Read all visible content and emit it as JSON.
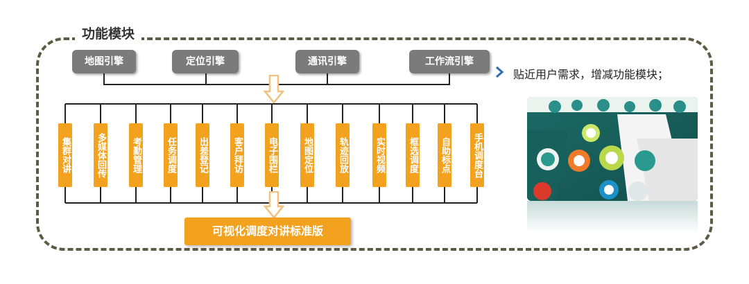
{
  "section_title": "功能模块",
  "engines": [
    "地图引擎",
    "定位引擎",
    "通讯引擎",
    "工作流引擎"
  ],
  "modules": [
    "集群对讲",
    "多媒体回传",
    "考勤管理",
    "任务调度",
    "出差登记",
    "客户拜访",
    "电子围栏",
    "地图定位",
    "轨迹回放",
    "实时视频",
    "框选调度",
    "自助标点",
    "手机调度台"
  ],
  "tagline": "贴近用户需求，增减功能模块；",
  "result_label": "可视化调度对讲标准版",
  "colors": {
    "module": "#f3a21f",
    "engine": "#7b7b7b",
    "frame": "#5e5a43",
    "arrow": "#f1c27d"
  }
}
